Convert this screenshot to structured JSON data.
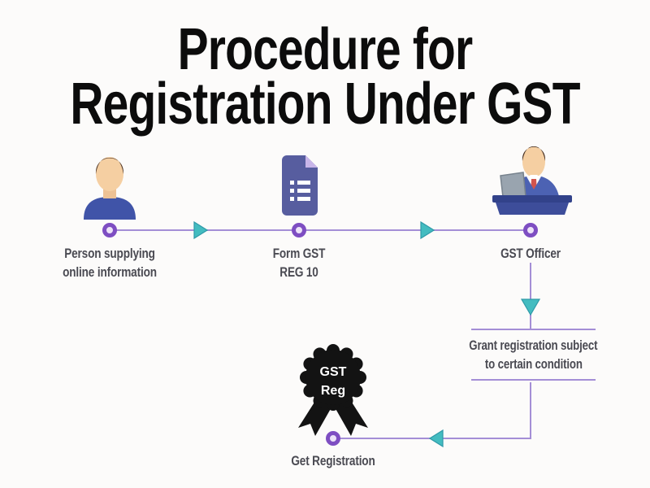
{
  "title": {
    "line1": "Procedure for",
    "line2": "Registration Under GST"
  },
  "steps": {
    "person": {
      "line1": "Person supplying",
      "line2": "online information"
    },
    "form": {
      "line1": "Form GST",
      "line2": "REG 10"
    },
    "officer": {
      "label": "GST Officer"
    }
  },
  "condition": {
    "line1": "Grant registration subject",
    "line2": "to certain condition"
  },
  "result": {
    "label": "Get Registration"
  },
  "badge": {
    "line1": "GST",
    "line2": "Reg"
  },
  "icons": [
    "person-icon",
    "form-document-icon",
    "officer-icon",
    "badge-icon",
    "arrow-right-icon",
    "arrow-down-icon",
    "arrow-left-icon",
    "node-dot"
  ],
  "colors": {
    "background": "#fcfbfa",
    "title_text": "#0c0c0c",
    "label_text": "#4a4a52",
    "connector_purple": "#a48ed6",
    "node_ring_purple": "#7e4ec2",
    "arrow_teal": "#43bcc0",
    "badge_black": "#131313",
    "document_indigo": "#575d9f",
    "document_fold_lavender": "#c8b5e9",
    "skin_tan": "#f5cfa2",
    "hair_brown": "#4e3423",
    "person_shirt_blue": "#4054a8",
    "officer_suit_blue": "#4c62b3",
    "tie_red": "#d2544d",
    "desk_navy": "#32428a",
    "laptop_gray": "#99a4af"
  }
}
